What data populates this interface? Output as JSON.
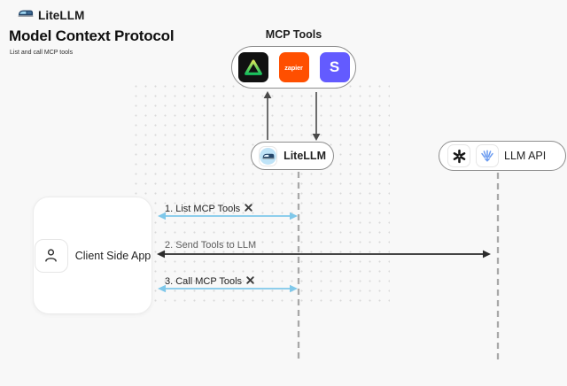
{
  "brand": {
    "name": "LiteLLM"
  },
  "header": {
    "title": "Model Context Protocol",
    "subtitle": "List and call MCP tools"
  },
  "mcp_tools": {
    "label": "MCP Tools",
    "items": [
      {
        "icon": "triangle-gradient-icon",
        "label": ""
      },
      {
        "icon": "zapier-icon",
        "label": "zapier"
      },
      {
        "icon": "stripe-icon",
        "label": "S"
      }
    ]
  },
  "nodes": {
    "litellm": {
      "label": "LiteLLM",
      "icon": "litellm-train-icon"
    },
    "llm_api": {
      "label": "LLM API",
      "icons": [
        "openai-icon",
        "llm-provider-icon"
      ]
    },
    "client": {
      "label": "Client Side App",
      "icon": "person-icon"
    }
  },
  "sequence": [
    {
      "label": "1. List MCP Tools",
      "tools_icon": true,
      "color": "#7fc8ea"
    },
    {
      "label": "2. Send Tools to LLM",
      "tools_icon": false,
      "color": "#2b2b2b"
    },
    {
      "label": "3. Call MCP Tools",
      "tools_icon": true,
      "color": "#7fc8ea"
    }
  ],
  "colors": {
    "background": "#f8f8f8",
    "accent_arrow_blue": "#7fc8ea",
    "dark_arrow": "#2b2b2b",
    "zapier_orange": "#ff4f00",
    "stripe_purple": "#635bff",
    "tool_tile_black": "#111111",
    "lifeline_gray": "#a8a8a8"
  }
}
